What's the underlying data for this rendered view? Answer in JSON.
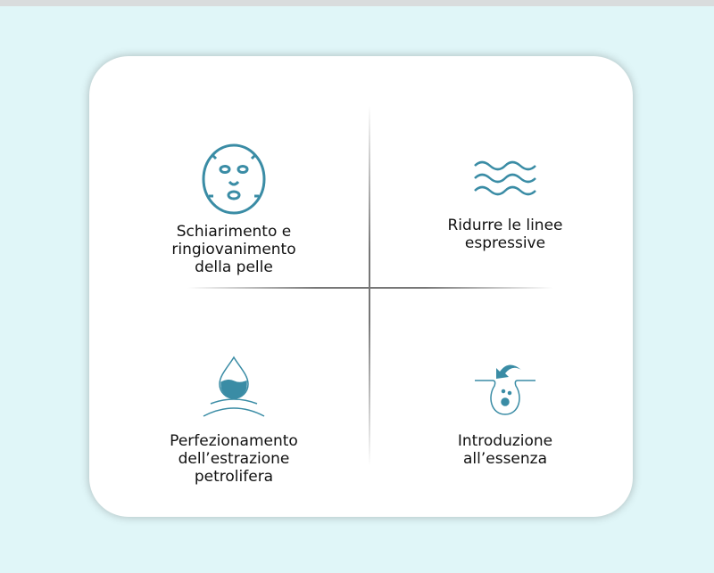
{
  "accent": "#3a8ca5",
  "items": [
    {
      "icon": "face-mask-icon",
      "lines": [
        "Schiarimento e",
        "ringiovanimento",
        "della pelle"
      ]
    },
    {
      "icon": "waves-icon",
      "lines": [
        "Ridurre le linee",
        "espressive"
      ]
    },
    {
      "icon": "oil-drop-icon",
      "lines": [
        "Perfezionamento",
        "dell’estrazione",
        "petrolifera"
      ]
    },
    {
      "icon": "pore-absorb-icon",
      "lines": [
        "Introduzione",
        "all’essenza"
      ]
    }
  ]
}
